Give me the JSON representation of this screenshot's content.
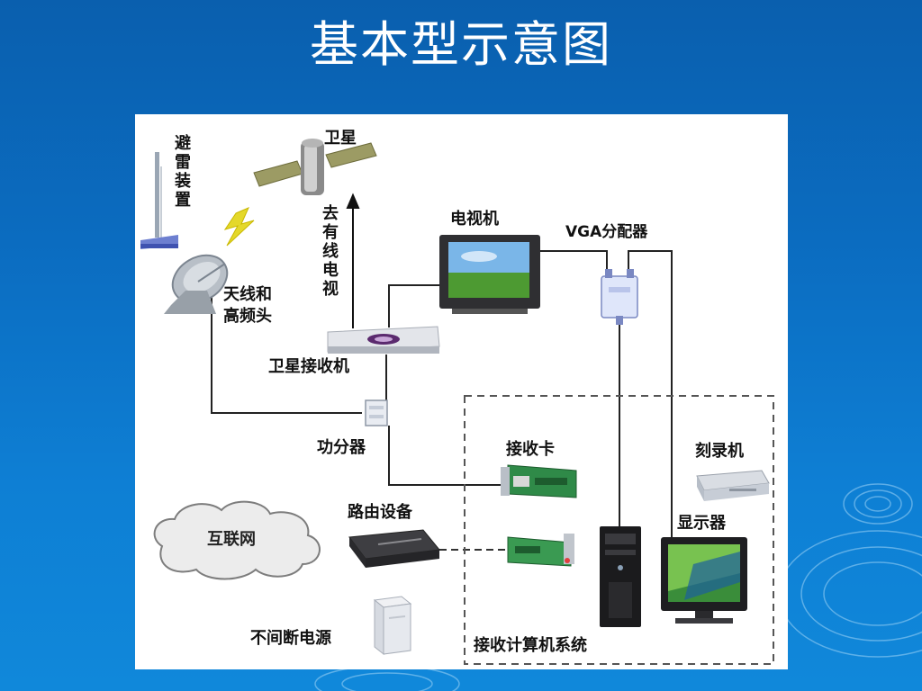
{
  "title": "基本型示意图",
  "labels": {
    "lightning": "避雷装置",
    "satellite": "卫星",
    "uplink": "去有线电视",
    "tv": "电视机",
    "vga": "VGA分配器",
    "antenna_line1": "天线和",
    "antenna_line2": "高频头",
    "receiver": "卫星接收机",
    "splitter": "功分器",
    "card": "接收卡",
    "recorder": "刻录机",
    "router": "路由设备",
    "internet": "互联网",
    "monitor": "显示器",
    "ups": "不间断电源",
    "system": "接收计算机系统"
  }
}
